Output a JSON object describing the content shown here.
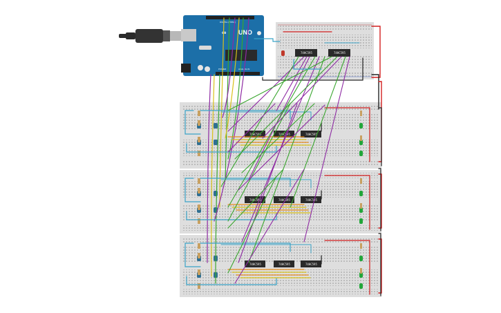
{
  "arduino": {
    "logo_text": "UNO",
    "logo_mark": "∞",
    "board_color": "#1c6fa8",
    "label_digital": "DIGITAL (PWM~)",
    "label_analog": "ANALOG IN",
    "label_power": "POWER"
  },
  "usb_cable": {
    "color": "#2b2b2b"
  },
  "breadboards": {
    "top": {
      "chips": [
        "74HC595",
        "74HC595"
      ],
      "led_color": "#c0392b"
    },
    "boards": [
      {
        "chips": [
          "74HC595",
          "74HC595",
          "74HC595"
        ]
      },
      {
        "chips": [
          "74HC595",
          "74HC595",
          "74HC595"
        ]
      },
      {
        "chips": [
          "74HC595",
          "74HC595",
          "74HC595"
        ]
      }
    ]
  },
  "colors": {
    "wire_purple": "#8e2aa3",
    "wire_green": "#3aa62f",
    "wire_yellow": "#d9c21a",
    "wire_cyan": "#3aa3c7",
    "wire_red": "#d21f1f",
    "wire_black": "#222222",
    "wire_orange": "#e88a1a",
    "led_green": "#22a63a",
    "transistor_blue": "#2f6f92"
  }
}
